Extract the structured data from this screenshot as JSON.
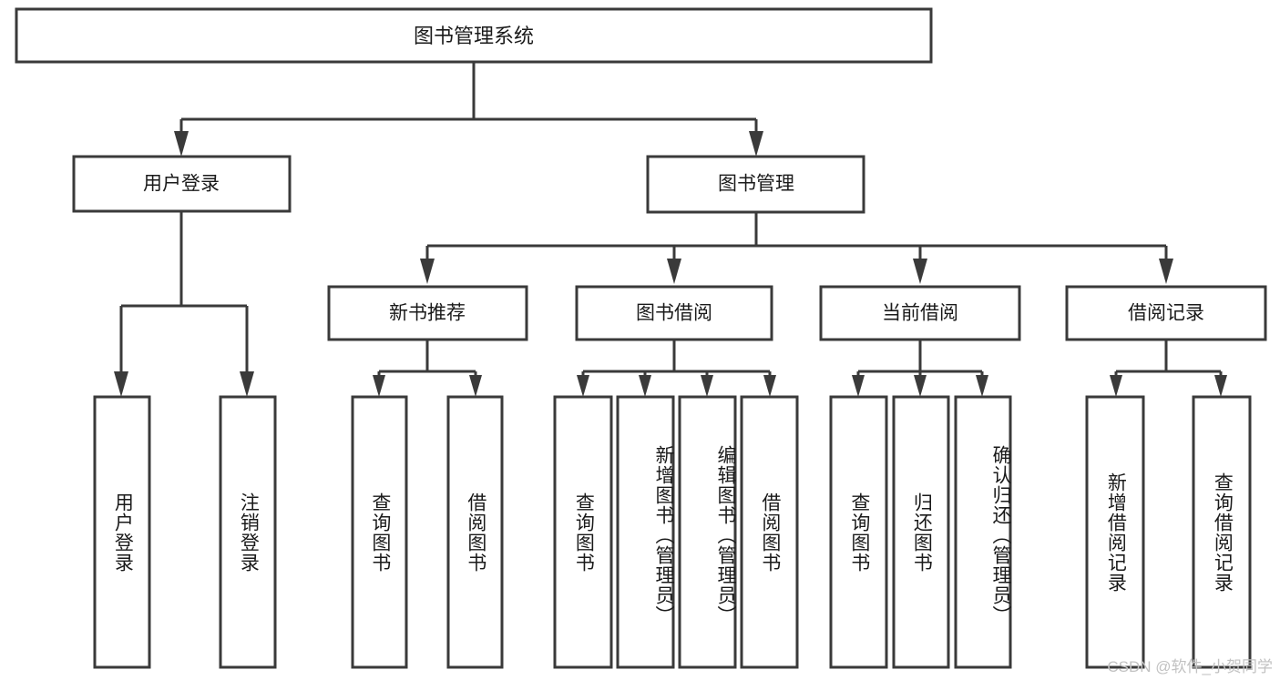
{
  "diagram": {
    "title": "图书管理系统",
    "type": "tree",
    "watermark": "CSDN @软件_小贺同学",
    "colors": {
      "box_stroke": "#3a3a3a",
      "box_fill": "#ffffff",
      "text": "#1a1a1a",
      "connector": "#3a3a3a",
      "watermark": "#c2c2c2",
      "background": "#ffffff"
    },
    "root": {
      "label": "图书管理系统"
    },
    "level2": [
      {
        "label": "用户登录"
      },
      {
        "label": "图书管理"
      }
    ],
    "level3": [
      {
        "label": "新书推荐"
      },
      {
        "label": "图书借阅"
      },
      {
        "label": "当前借阅"
      },
      {
        "label": "借阅记录"
      }
    ],
    "leaves": {
      "user_login": [
        {
          "label": "用户登录"
        },
        {
          "label": "注销登录"
        }
      ],
      "new_book_recommend": [
        {
          "label": "查询图书"
        },
        {
          "label": "借阅图书"
        }
      ],
      "book_borrow": [
        {
          "label": "查询图书"
        },
        {
          "label": "新增图书（管理员）"
        },
        {
          "label": "编辑图书（管理员）"
        },
        {
          "label": "借阅图书"
        }
      ],
      "current_borrow": [
        {
          "label": "查询图书"
        },
        {
          "label": "归还图书"
        },
        {
          "label": "确认归还（管理员）"
        }
      ],
      "borrow_record": [
        {
          "label": "新增借阅记录"
        },
        {
          "label": "查询借阅记录"
        }
      ]
    }
  }
}
